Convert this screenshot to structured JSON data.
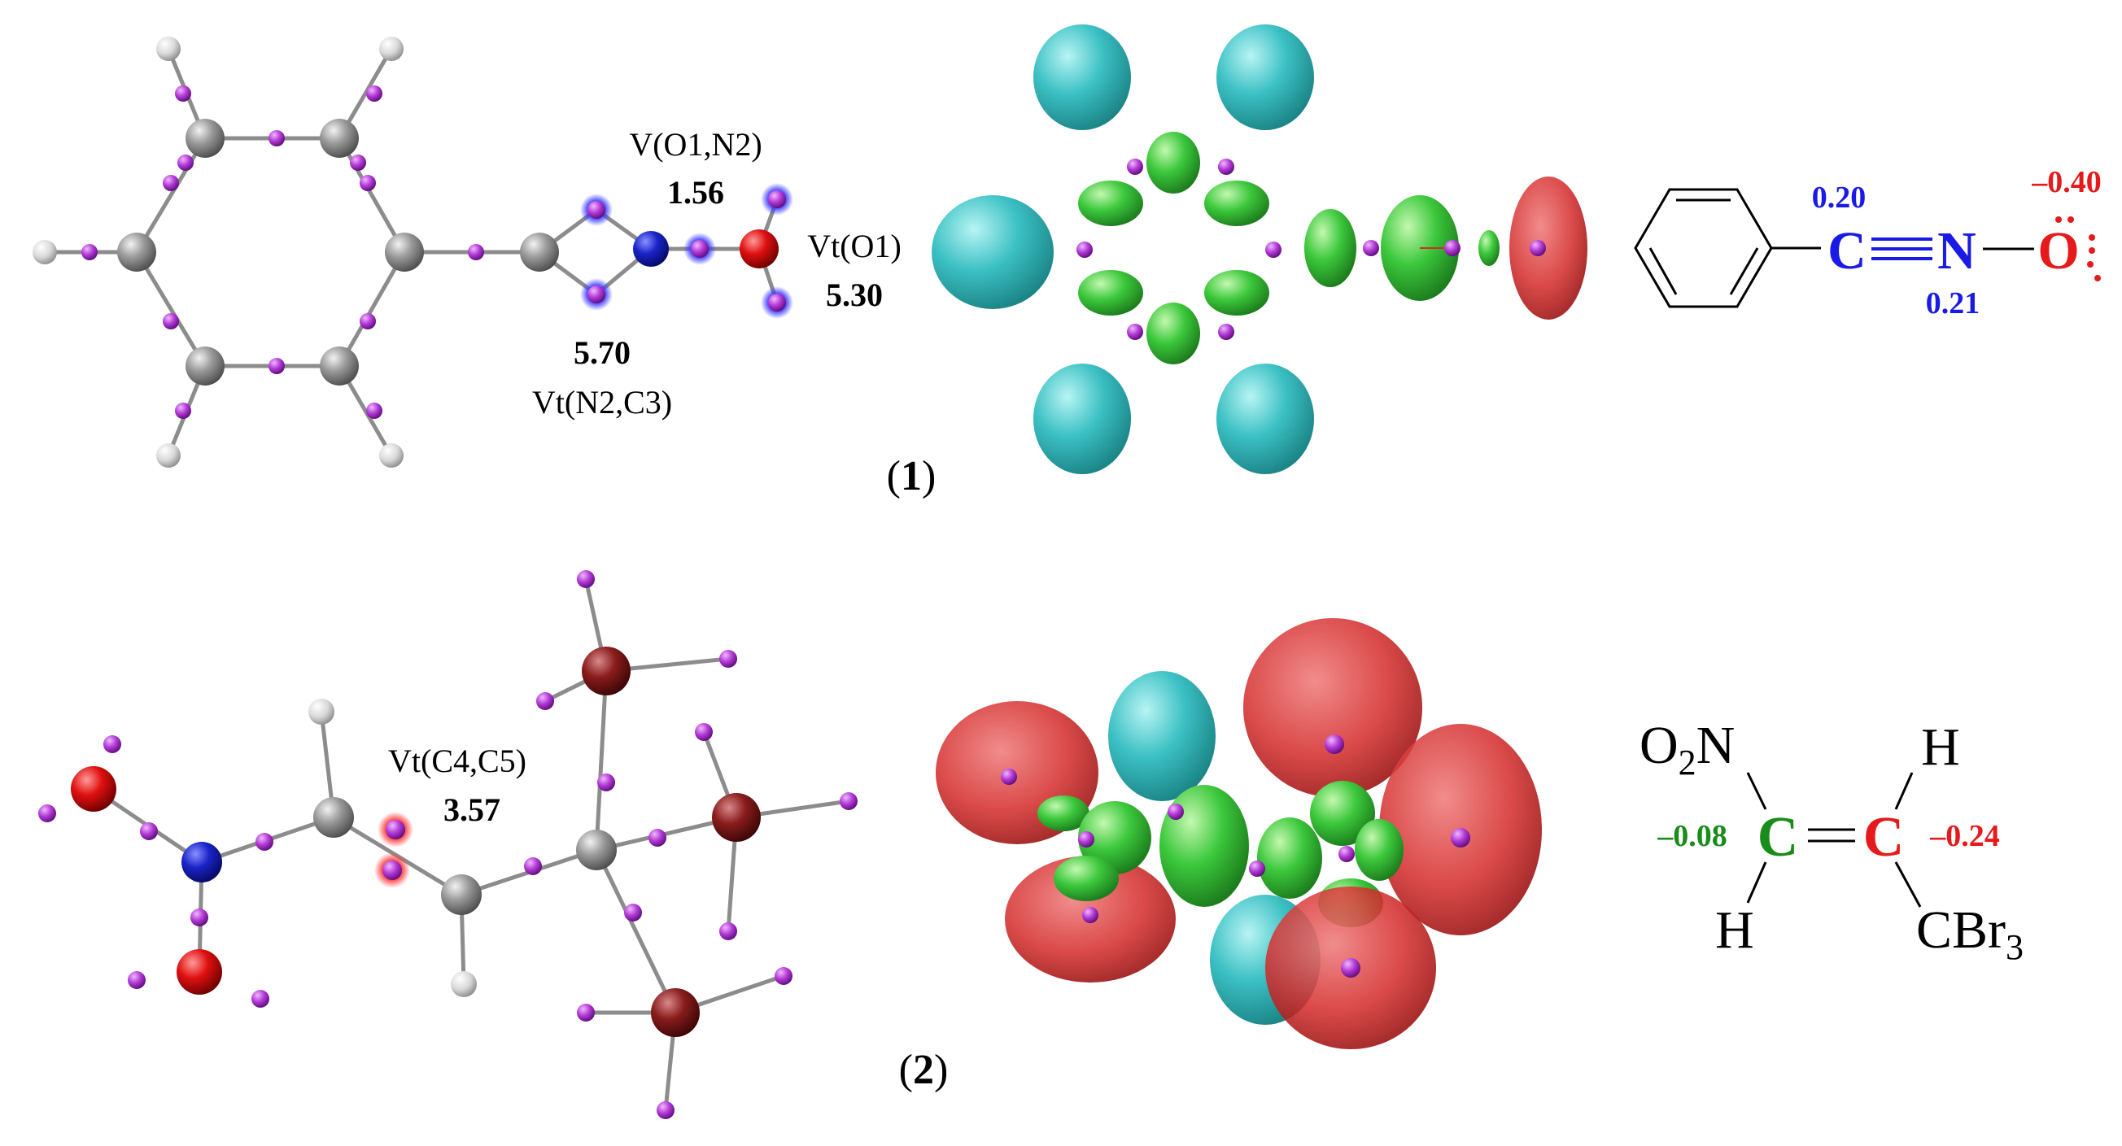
{
  "colors": {
    "carbon": "#8c8c8c",
    "hydrogen": "#e6e6e6",
    "nitrogen": "#1a24c8",
    "oxygen": "#e01010",
    "bromine": "#8a1c1c",
    "attractor": "#b33ad6",
    "basin_cyan": "#3cc1c4",
    "basin_green": "#3cc83c",
    "basin_red": "#d42a2a",
    "charge_blue": "#1a1ae6",
    "charge_red": "#e61a1a",
    "charge_green": "#1a8c1a"
  },
  "panel1": {
    "label_open": "(",
    "label_num": "1",
    "label_close": ")",
    "basin_v_o1_n2_name": "V(O1,N2)",
    "basin_v_o1_n2_value": "1.56",
    "basin_vt_o1_name": "Vt(O1)",
    "basin_vt_o1_value": "5.30",
    "basin_vt_n2_c3_value": "5.70",
    "basin_vt_n2_c3_name": "Vt(N2,C3)",
    "charge_c": "0.20",
    "charge_n": "0.21",
    "charge_o": "–0.40",
    "atom_c": "C",
    "atom_n": "N",
    "atom_o": "O"
  },
  "panel2": {
    "label_open": "(",
    "label_num": "2",
    "label_close": ")",
    "basin_vt_c4_c5_name": "Vt(C4,C5)",
    "basin_vt_c4_c5_value": "3.57",
    "group_o2n": "O",
    "group_o2n_sub": "2",
    "group_o2n_n": "N",
    "atom_h_top": "H",
    "atom_h_bottom": "H",
    "atom_c_left": "C",
    "atom_c_right": "C",
    "charge_c_left": "–0.08",
    "charge_c_right": "–0.24",
    "group_cbr": "CBr",
    "group_cbr_sub": "3"
  }
}
